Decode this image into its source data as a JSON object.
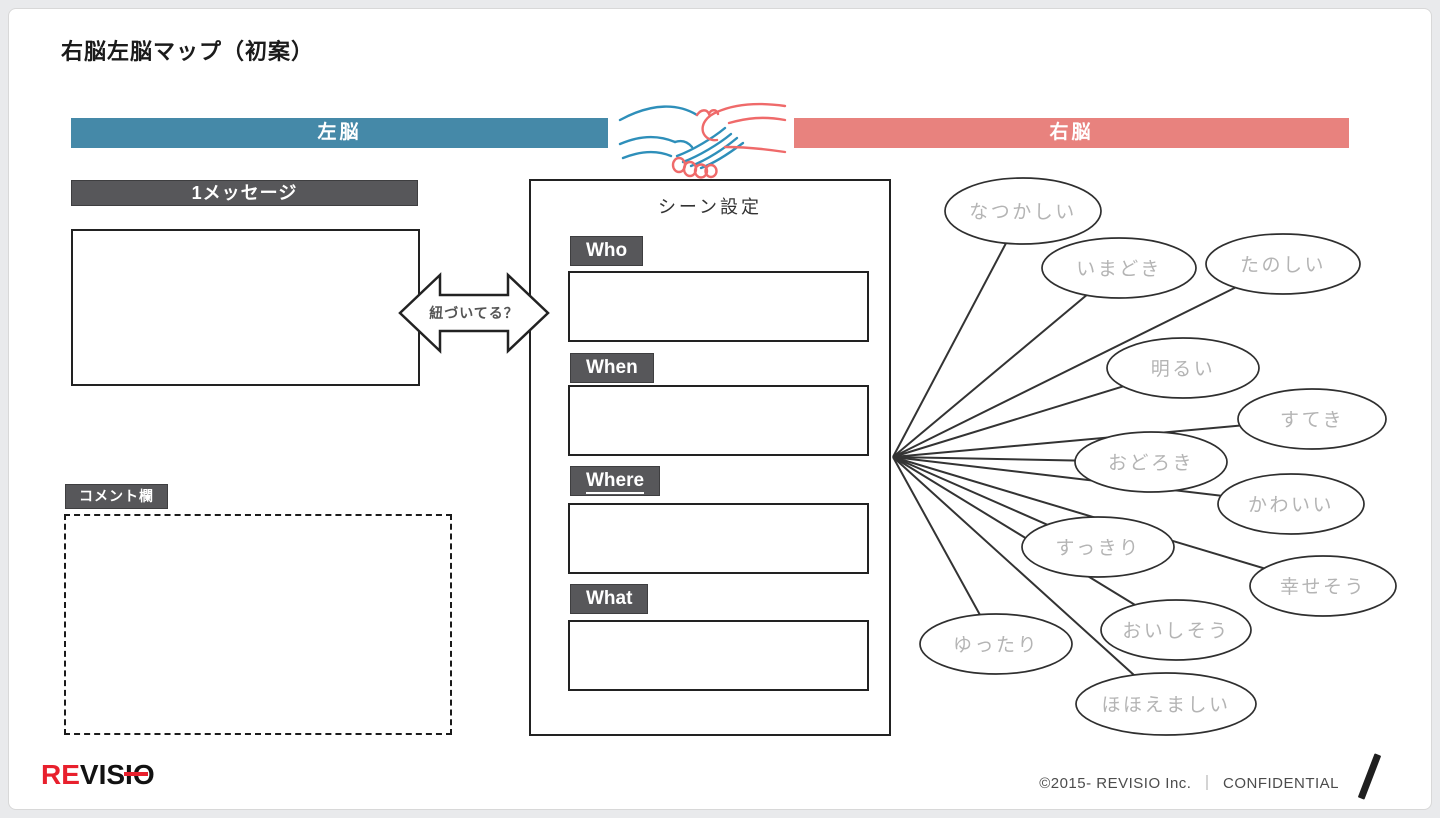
{
  "slide": {
    "title": "右脳左脳マップ（初案）"
  },
  "headers": {
    "left_brain": "左脳",
    "right_brain": "右脳"
  },
  "left_section": {
    "message_label": "1メッセージ",
    "message_value": "",
    "comment_label": "コメント欄",
    "comment_value": ""
  },
  "connector": {
    "question": "紐づいてる？"
  },
  "scene": {
    "title": "シーン設定",
    "fields": [
      {
        "label": "Who",
        "value": ""
      },
      {
        "label": "When",
        "value": ""
      },
      {
        "label": "Where",
        "value": ""
      },
      {
        "label": "What",
        "value": ""
      }
    ]
  },
  "mindmap": {
    "nodes": [
      {
        "label": "なつかしい"
      },
      {
        "label": "いまどき"
      },
      {
        "label": "たのしい"
      },
      {
        "label": "明るい"
      },
      {
        "label": "すてき"
      },
      {
        "label": "おどろき"
      },
      {
        "label": "かわいい"
      },
      {
        "label": "すっきり"
      },
      {
        "label": "幸せそう"
      },
      {
        "label": "おいしそう"
      },
      {
        "label": "ゆったり"
      },
      {
        "label": "ほほえましい"
      }
    ]
  },
  "footer": {
    "logo_red": "RE",
    "logo_black": "VISI",
    "logo_last": "O",
    "copyright": "©2015- REVISIO Inc.",
    "divider": "｜",
    "confidential": "CONFIDENTIAL"
  },
  "colors": {
    "left_brain_bar": "#4589a8",
    "right_brain_bar": "#e8827e",
    "section_label_bg": "#57575a",
    "node_text": "#b4b4b4",
    "line_color": "#333333",
    "logo_red": "#e8202d",
    "underline_blue": "#2b6fd6"
  }
}
